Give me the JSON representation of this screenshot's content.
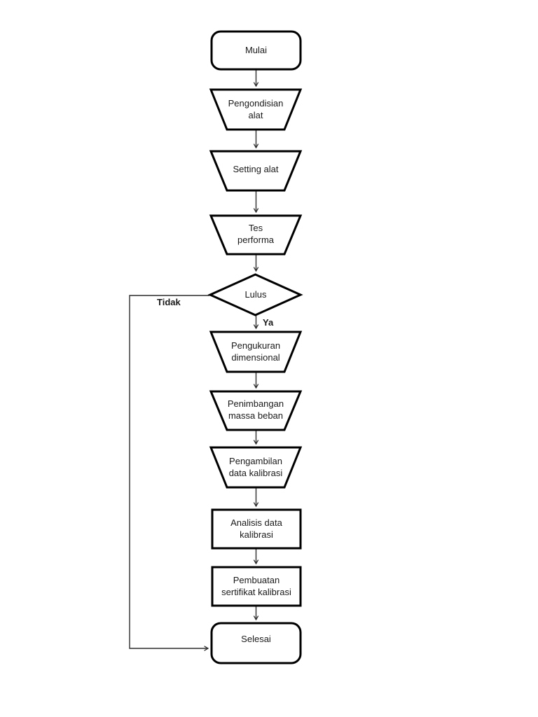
{
  "flowchart": {
    "nodes": [
      {
        "id": "mulai",
        "type": "terminator",
        "label": "Mulai"
      },
      {
        "id": "pengondisian-alat",
        "type": "manual-operation",
        "label": "Pengondisian\nalat"
      },
      {
        "id": "setting-alat",
        "type": "manual-operation",
        "label": "Setting alat"
      },
      {
        "id": "tes-performa",
        "type": "manual-operation",
        "label": "Tes\nperforma"
      },
      {
        "id": "lulus",
        "type": "decision",
        "label": "Lulus"
      },
      {
        "id": "pengukuran-dimensional",
        "type": "manual-operation",
        "label": "Pengukuran\ndimensional"
      },
      {
        "id": "penimbangan-massa-beban",
        "type": "manual-operation",
        "label": "Penimbangan\nmassa beban"
      },
      {
        "id": "pengambilan-data-kalibrasi",
        "type": "manual-operation",
        "label": "Pengambilan\ndata kalibrasi"
      },
      {
        "id": "analisis-data-kalibrasi",
        "type": "process",
        "label": "Analisis data\nkalibrasi"
      },
      {
        "id": "pembuatan-sertifikat-kalibrasi",
        "type": "process",
        "label": "Pembuatan\nsertifikat kalibrasi"
      },
      {
        "id": "selesai",
        "type": "terminator",
        "label": "Selesai"
      }
    ],
    "edge_labels": {
      "yes": "Ya",
      "no": "Tidak"
    },
    "colors": {
      "shape_stroke": "#000000",
      "connector": "#2b2b2b",
      "text": "#1a1a1a",
      "background": "#ffffff"
    }
  }
}
